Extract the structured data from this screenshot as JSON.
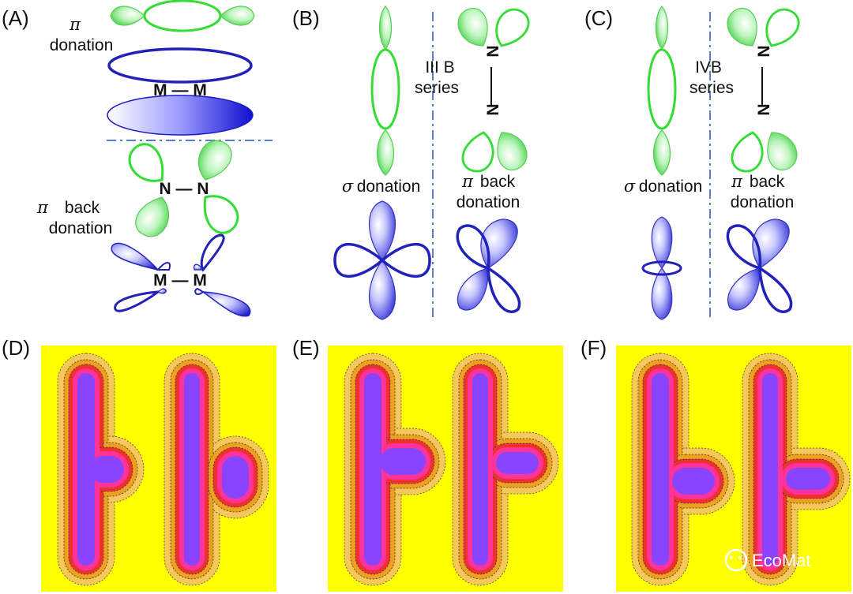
{
  "panels": {
    "A": {
      "label": "(A)",
      "pi_symbol": "π",
      "donation": "donation",
      "back_donation_line1": "back",
      "back_donation_line2": "donation",
      "metal_bond": "M — M",
      "n2_bond": "N — N"
    },
    "B": {
      "label": "(B)",
      "series_line1": "III B",
      "series_line2": "series",
      "sigma_symbol": "σ",
      "sigma_text": "donation",
      "pi_symbol": "π",
      "back_line1": "back",
      "back_line2": "donation",
      "atom_n": "N"
    },
    "C": {
      "label": "(C)",
      "series_line1": "IVB",
      "series_line2": "series",
      "sigma_symbol": "σ",
      "sigma_text": "donation",
      "pi_symbol": "π",
      "back_line1": "back",
      "back_line2": "donation",
      "atom_n": "N"
    },
    "D": {
      "label": "(D)"
    },
    "E": {
      "label": "(E)"
    },
    "F": {
      "label": "(F)"
    }
  },
  "watermark": {
    "text": "EcoMat"
  },
  "colors": {
    "green_orbital": "#33dd33",
    "blue_orbital": "#2222bb",
    "divider": "#5a7fc8",
    "plot_background": "#ffff00",
    "contour_outer": "#f0a020",
    "contour_mid": "#ee3030",
    "contour_inner": "#ff3399",
    "contour_core": "#8844ff"
  }
}
